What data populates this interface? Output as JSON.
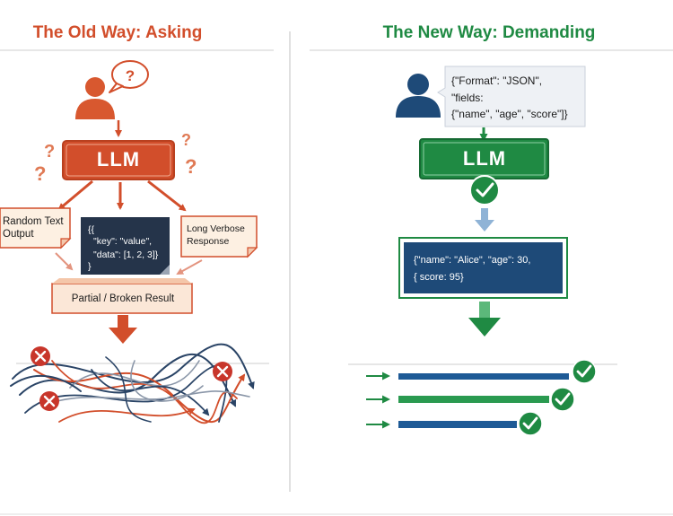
{
  "left": {
    "title": "The Old Way: Asking",
    "llm_label": "LLM",
    "random_text": "Random Text Output",
    "verbose": "Long Verbose Response",
    "code_lines": [
      "{{",
      "\"key\": \"value\",",
      "\"data\": [1, 2, 3]}",
      "}"
    ],
    "partial": "Partial / Broken Result"
  },
  "right": {
    "title": "The New Way: Demanding",
    "llm_label": "LLM",
    "bubble_lines": [
      "{\"Format\": \"JSON\",",
      "\"fields:",
      "{\"name\", \"age\", \"score\"]}"
    ],
    "result_lines": [
      "{\"name\": \"Alice\", \"age\": 30,",
      "{ score: 95}"
    ]
  },
  "colors": {
    "orange": "#d24e2b",
    "green": "#1f8a43",
    "navy": "#1e4a78",
    "red_x": "#c8362b"
  }
}
